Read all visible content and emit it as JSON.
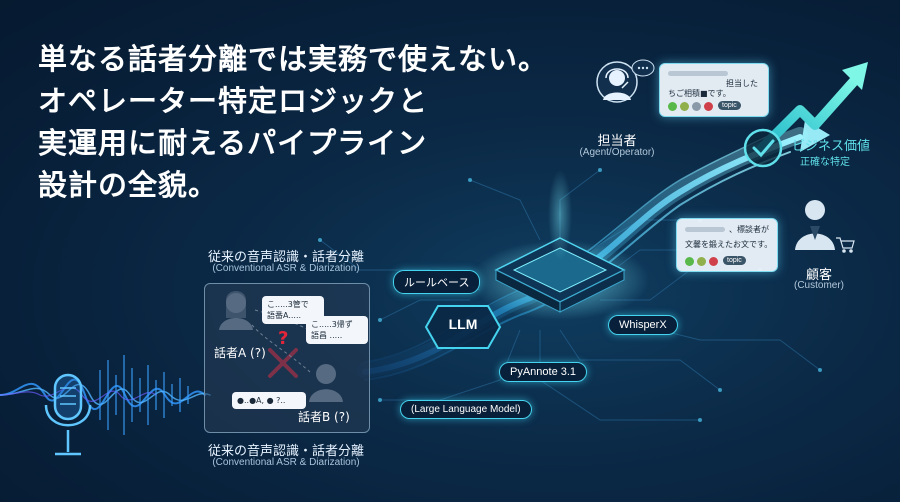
{
  "headline": [
    "単なる話者分離では実務で使えない。",
    "オペレーター特定ロジックと",
    "実運用に耐えるパイプライン",
    "設計の全貌。"
  ],
  "conventional": {
    "title": "従来の音声認識・話者分離",
    "subtitle": "(Conventional ASR & Diarization)",
    "bubble_a": [
      "こ.....3管で",
      "語番A....."
    ],
    "bubble_b": [
      "こ.....3帰ず",
      "語昌 ....."
    ],
    "bubble_c": "●..●A, ● ?..",
    "speaker_a": "話者A (?)",
    "speaker_b": "話者B (?)",
    "question_mark": "?"
  },
  "pipeline": {
    "rule_based": "ルールベース",
    "llm": "LLM",
    "whisperx": "WhisperX",
    "pyannote": "PyAnnote 3.1",
    "llm_full": "(Large Language Model)"
  },
  "agent": {
    "title": "担当者",
    "subtitle": "(Agent/Operator)",
    "chat_line1": "担当した",
    "chat_line2": "ちご相積■です。",
    "topic": "topic"
  },
  "customer": {
    "title": "顧客",
    "subtitle": "(Customer)",
    "chat_line1": "、標談者が",
    "chat_line2": "文馨を鍛えたお文です。",
    "topic": "topic"
  },
  "business": {
    "title": "ビジネス価値",
    "subtitle": "正確な特定"
  },
  "colors": {
    "accent_cyan": "#45d4ef",
    "teal": "#5fe0ea",
    "error_red": "#e2253a",
    "background": "#0b2a47"
  }
}
